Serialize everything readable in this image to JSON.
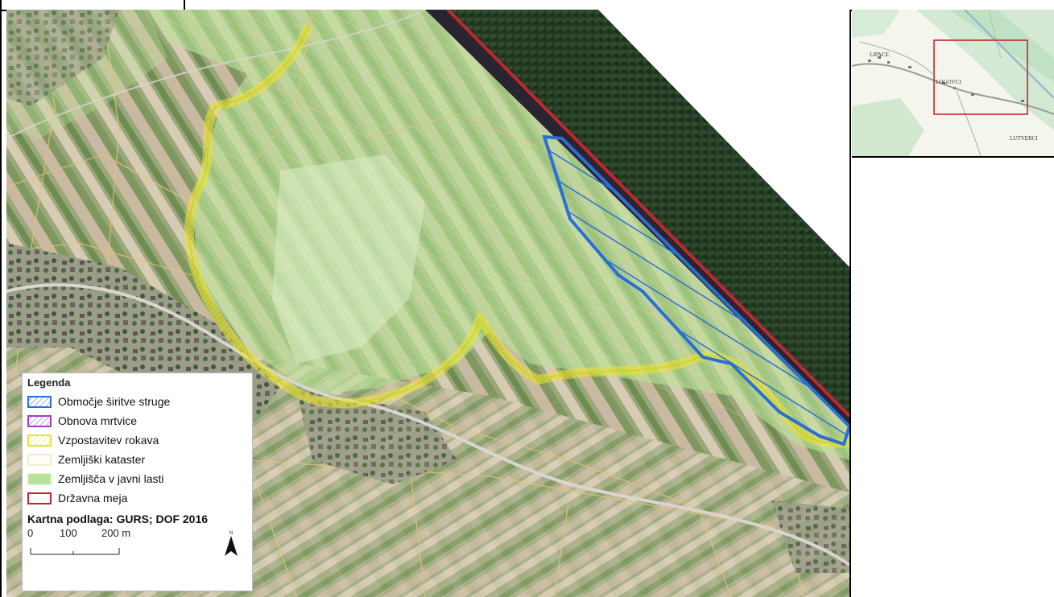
{
  "legend": {
    "title": "Legenda",
    "items": [
      {
        "label": "Območje širitve struge",
        "color": "#2a6fd6",
        "pattern": "hatched"
      },
      {
        "label": "Obnova mrtvice",
        "color": "#9b3fc4",
        "pattern": "hatched"
      },
      {
        "label": "Vzpostavitev rokava",
        "color": "#e6e23a",
        "pattern": "hatched"
      },
      {
        "label": "Zemljiški kataster",
        "color": "#f6eecf",
        "pattern": "outline"
      },
      {
        "label": "Zemljišča v javni lasti",
        "color": "#b9e39a",
        "pattern": "fill"
      },
      {
        "label": "Državna meja",
        "color": "#c0282d",
        "pattern": "outline"
      }
    ],
    "credit": "Kartna podlaga: GURS; DOF 2016",
    "scale": {
      "ticks": [
        "0",
        "100",
        "200 m"
      ]
    }
  },
  "inset": {
    "labels": [
      "LIPACE",
      "LOGOVCI",
      "LUTVERCI"
    ]
  }
}
